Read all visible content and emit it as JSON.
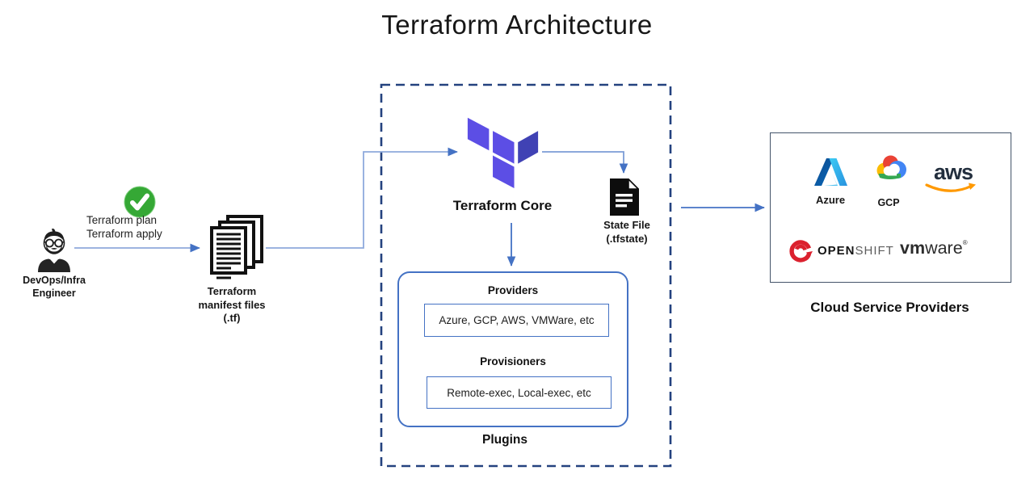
{
  "title": "Terraform Architecture",
  "actor": {
    "icon": "engineer-avatar-icon",
    "name_lines": [
      "DevOps/Infra",
      "Engineer"
    ],
    "approval_icon": "green-check-icon",
    "commands": [
      "Terraform plan",
      "Terraform apply"
    ]
  },
  "manifest": {
    "icon": "document-stack-icon",
    "label_lines": [
      "Terraform",
      "manifest files",
      "(.tf)"
    ]
  },
  "core": {
    "icon": "terraform-logo-icon",
    "label": "Terraform Core"
  },
  "state": {
    "icon": "state-file-icon",
    "label_lines": [
      "State File",
      "(.tfstate)"
    ]
  },
  "plugins": {
    "label": "Plugins",
    "providers": {
      "heading": "Providers",
      "items": "Azure, GCP, AWS, VMWare, etc"
    },
    "provisioners": {
      "heading": "Provisioners",
      "items": "Remote-exec, Local-exec, etc"
    }
  },
  "cloud": {
    "label": "Cloud Service Providers",
    "azure": {
      "icon": "azure-logo-icon",
      "label": "Azure"
    },
    "gcp": {
      "icon": "gcp-logo-icon",
      "label": "GCP"
    },
    "aws": {
      "icon": "aws-logo-icon",
      "wordmark": "aws"
    },
    "openshift": {
      "icon": "openshift-logo-icon",
      "word_bold": "OPEN",
      "word_light": "SHIFT"
    },
    "vmware": {
      "icon": "vmware-logo-icon",
      "word_bold": "vm",
      "word_light": "ware",
      "reg": "®"
    }
  },
  "colors": {
    "connector_light": "#8FAADC",
    "connector_accent": "#4472C4",
    "dashed_border": "#24427F",
    "plugins_border": "#4472C4",
    "cloud_border": "#44546A",
    "terraform_light": "#5C4EE5",
    "terraform_dark": "#4042B4",
    "check_green": "#35A835",
    "aws_orange": "#FF9900",
    "aws_navy": "#232F3E",
    "openshift_red": "#DB212E",
    "gcp_palette": [
      "#4285F4",
      "#EA4335",
      "#FBBC05",
      "#34A853"
    ]
  }
}
